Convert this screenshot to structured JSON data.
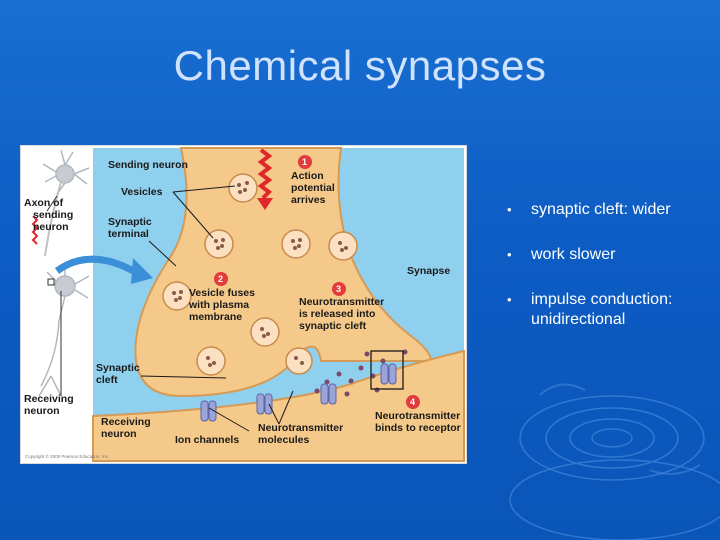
{
  "slide": {
    "title": "Chemical synapses",
    "bullets": [
      "synaptic cleft: wider",
      "work slower",
      "impulse conduction: unidirectional"
    ]
  },
  "figure": {
    "labels": {
      "axon_of_sending_neuron": [
        "Axon of",
        "sending",
        "neuron"
      ],
      "receiving_neuron_left": [
        "Receiving",
        "neuron"
      ],
      "sending_neuron": "Sending neuron",
      "vesicles": "Vesicles",
      "synaptic_terminal": [
        "Synaptic",
        "terminal"
      ],
      "synaptic_cleft": [
        "Synaptic",
        "cleft"
      ],
      "receiving_neuron": [
        "Receiving",
        "neuron"
      ],
      "ion_channels": "Ion channels",
      "neurotransmitter_molecules": [
        "Neurotransmitter",
        "molecules"
      ],
      "synapse": "Synapse",
      "copyright": "Copyright © 2005 Pearson Education, Inc."
    },
    "steps": [
      {
        "number": "1",
        "text": [
          "Action",
          "potential",
          "arrives"
        ]
      },
      {
        "number": "2",
        "text": [
          "Vesicle fuses",
          "with plasma",
          "membrane"
        ]
      },
      {
        "number": "3",
        "text": [
          "Neurotransmitter",
          "is released into",
          "synaptic cleft"
        ]
      },
      {
        "number": "4",
        "text": [
          "Neurotransmitter",
          "binds to receptor"
        ]
      }
    ],
    "colors": {
      "background_blue": "#8fd0ee",
      "terminal": "#f5c98a",
      "step_badge": "#e23b3b",
      "action_potential": "#e0282a"
    }
  }
}
